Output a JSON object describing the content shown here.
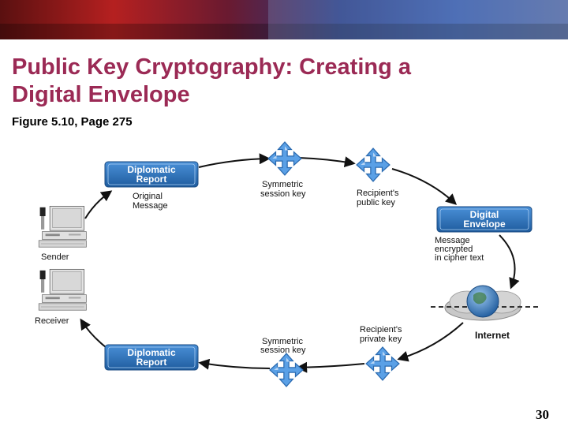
{
  "slide": {
    "title_line1": "Public Key Cryptography: Creating a",
    "title_line2": "Digital Envelope",
    "subtitle": "Figure 5.10, Page 275",
    "page_number": "30"
  },
  "diagram": {
    "doc_top": {
      "line1": "Diplomatic",
      "line2": "Report"
    },
    "original_message": {
      "line1": "Original",
      "line2": "Message"
    },
    "sender": "Sender",
    "receiver": "Receiver",
    "sym_top": {
      "line1": "Symmetric",
      "line2": "session key"
    },
    "pub_key": {
      "line1": "Recipient's",
      "line2": "public key"
    },
    "envelope": {
      "line1": "Digital",
      "line2": "Envelope"
    },
    "encrypted": {
      "line1": "Message",
      "line2": "encrypted",
      "line3": "in cipher text"
    },
    "internet": "Internet",
    "priv_key": {
      "line1": "Recipient's",
      "line2": "private key"
    },
    "sym_bottom": {
      "line1": "Symmetric",
      "line2": "session key"
    },
    "doc_bottom": {
      "line1": "Diplomatic",
      "line2": "Report"
    }
  },
  "colors": {
    "title": "#9b2a55",
    "doc_fill": "#2e6fb5",
    "key_fill": "#5aa0e6"
  }
}
